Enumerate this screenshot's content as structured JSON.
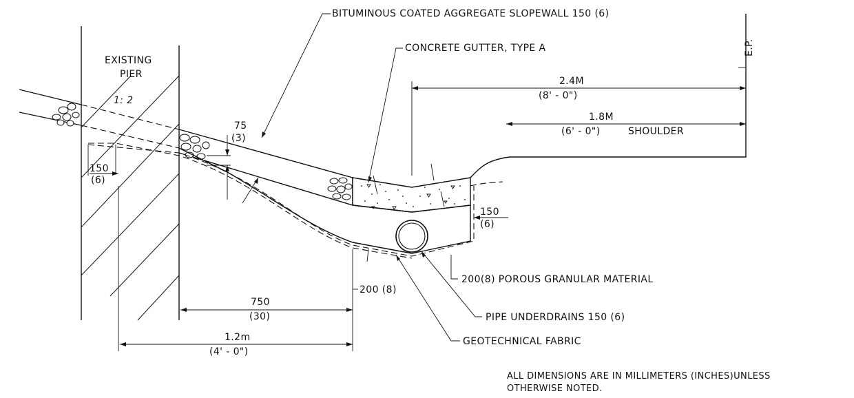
{
  "labels": {
    "slopewall": "BITUMINOUS COATED AGGREGATE SLOPEWALL 150  (6)",
    "gutter": "CONCRETE GUTTER, TYPE A",
    "ep": "E.P.",
    "pier_line1": "EXISTING",
    "pier_line2": "PIER",
    "slope": "1: 2",
    "dim_24_top": "2.4M",
    "dim_24_bot": "(8' - 0\")",
    "dim_18_top": "1.8M",
    "dim_18_bot": "(6' - 0\")",
    "shoulder": "SHOULDER",
    "dim_75_top": "75",
    "dim_75_bot": "(3)",
    "dim_150l_top": "150",
    "dim_150l_bot": "(6)",
    "dim_150r_top": "150",
    "dim_150r_bot": "(6)",
    "porous": "200(8) POROUS GRANULAR MATERIAL",
    "dim_200": "200 (8)",
    "pipe": "PIPE UNDERDRAINS 150  (6)",
    "fabric": "GEOTECHNICAL FABRIC",
    "dim_750_top": "750",
    "dim_750_bot": "(30)",
    "dim_12_top": "1.2m",
    "dim_12_bot": "(4' - 0\")",
    "note_line1": "ALL DIMENSIONS ARE IN MILLIMETERS    (INCHES)UNLESS",
    "note_line2": "OTHERWISE NOTED."
  }
}
